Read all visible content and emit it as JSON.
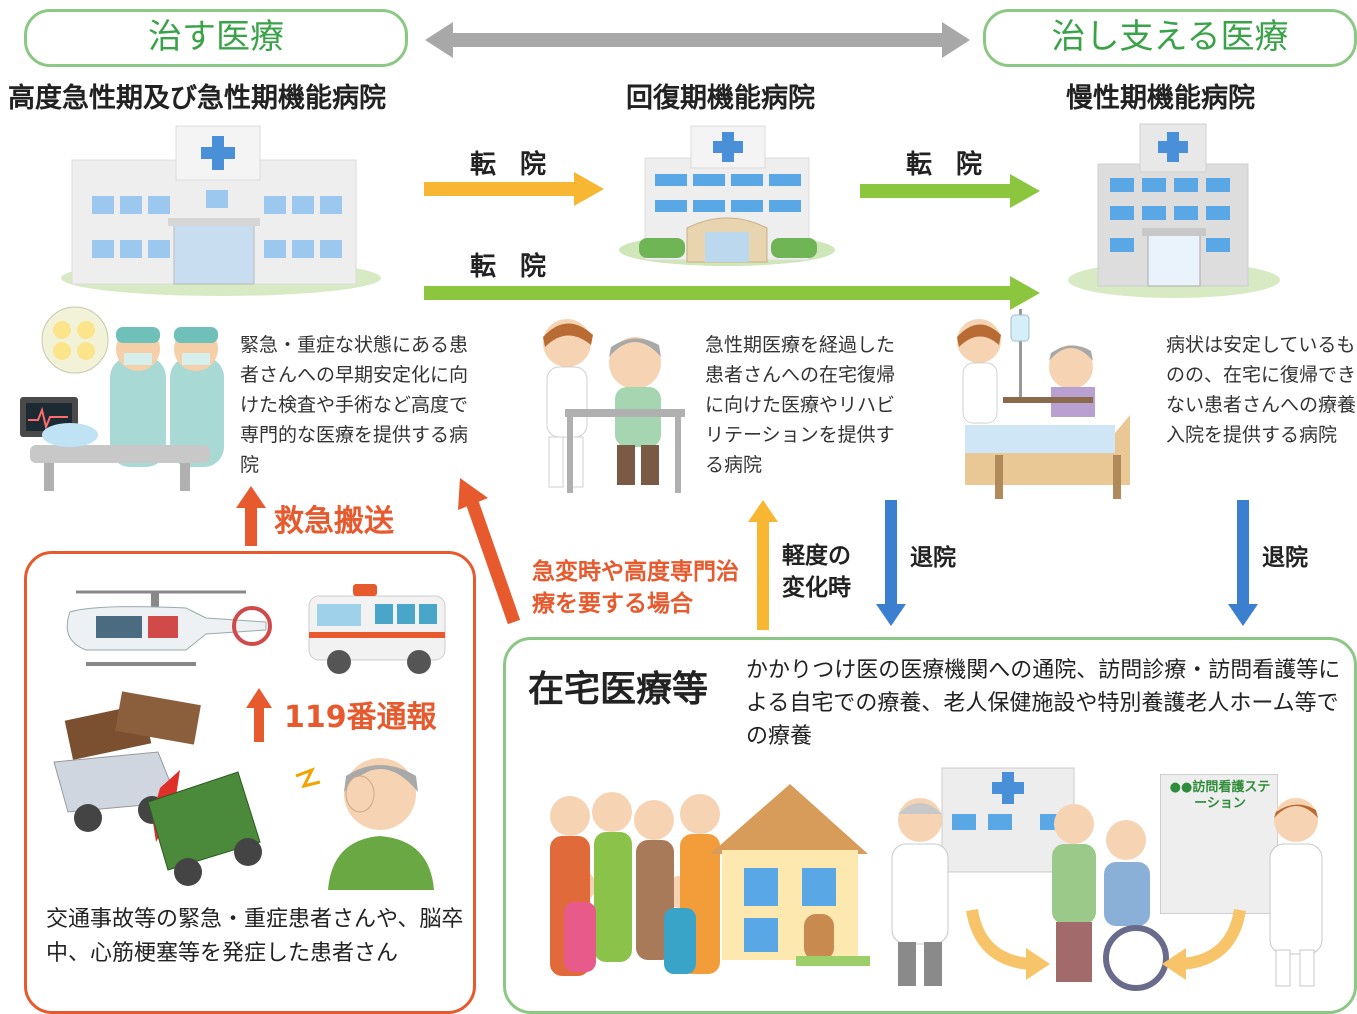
{
  "header": {
    "left_label": "治す医療",
    "right_label": "治し支える医療"
  },
  "hospitals": [
    {
      "title": "高度急性期及び急性期機能病院",
      "desc": "緊急・重症な状態にある患者さんへの早期安定化に向けた検査や手術など高度で専門的な医療を提供する病院"
    },
    {
      "title": "回復期機能病院",
      "desc": "急性期医療を経過した患者さんへの在宅復帰に向けた医療やリハビリテーションを提供する病院"
    },
    {
      "title": "慢性期機能病院",
      "desc": "病状は安定しているものの、在宅に復帰できない患者さんへの療養入院を提供する病院"
    }
  ],
  "transfers": {
    "acute_to_recovery": "転院",
    "recovery_to_chronic": "転院",
    "acute_to_chronic": "転院"
  },
  "flows": {
    "emergency_transport": "救急搬送",
    "emergency_call": "119番通報",
    "sudden_change": "急変時や高度専門治療を要する場合",
    "mild_change": "軽度の変化時",
    "discharge_recovery": "退院",
    "discharge_chronic": "退院"
  },
  "emergency_box": {
    "desc": "交通事故等の緊急・重症患者さんや、脳卒中、心筋梗塞等を発症した患者さん"
  },
  "home_care": {
    "title": "在宅医療等",
    "desc": "かかりつけ医の医療機関への通院、訪問診療・訪問看護等による自宅での療養、老人保健施設や特別養護老人ホーム等での療養",
    "station_sign": "●●訪問看護ステーション"
  },
  "colors": {
    "green_border": "#8cc785",
    "green_text": "#3aa34a",
    "orange_arrow": "#f7b733",
    "green_arrow": "#8cc63f",
    "red_arrow": "#e65a2e",
    "blue_arrow": "#3a7fd0",
    "gray_arrow": "#a8a8a8",
    "red_border": "#e65a2e"
  },
  "icons": [
    "hospital-icon",
    "surgeon-icon",
    "rehab-icon",
    "bed-patient-icon",
    "helicopter-icon",
    "ambulance-icon",
    "car-crash-icon",
    "headache-woman-icon",
    "family-icon",
    "house-icon",
    "doctor-icon",
    "wheelchair-icon",
    "nurse-icon"
  ]
}
